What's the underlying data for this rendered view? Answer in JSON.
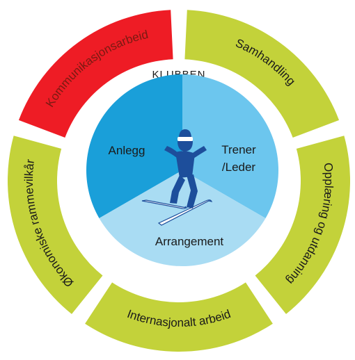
{
  "center_label": "KLUBBEN",
  "colors": {
    "segment_default": "#c3d23a",
    "segment_highlight": "#ee1c25",
    "inner_left": "#1a9fd9",
    "inner_right": "#6cc6ee",
    "inner_bottom": "#a9dcf3",
    "skier_body": "#1d4e9b",
    "ski": "#ffffff"
  },
  "ring_segments": [
    {
      "label": "Kommunikasjonsarbeid",
      "highlighted": true
    },
    {
      "label": "Samhandling",
      "highlighted": false
    },
    {
      "label": "Opplæring og utdanning",
      "highlighted": false
    },
    {
      "label": "Internasjonalt arbeid",
      "highlighted": false
    },
    {
      "label": "Økonomiske rammevilkår",
      "highlighted": false
    }
  ],
  "inner_sections": {
    "left": "Anlegg",
    "right_line1": "Trener",
    "right_line2": "/Leder",
    "bottom": "Arrangement"
  },
  "icon": "skier-icon"
}
